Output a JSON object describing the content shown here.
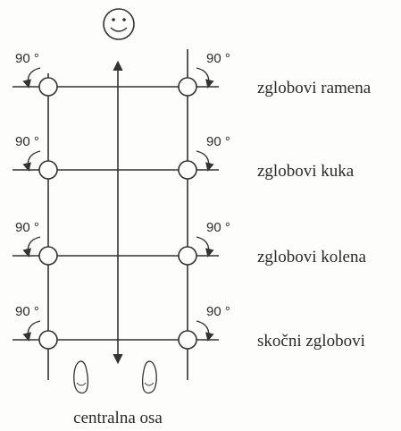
{
  "diagram": {
    "angle_text": "90 °",
    "joints": [
      {
        "label": "zglobovi ramena"
      },
      {
        "label": "zglobovi kuka"
      },
      {
        "label": "zglobovi kolena"
      },
      {
        "label": "skočni zglobovi"
      }
    ],
    "caption": "centralna osa",
    "icons": {
      "head": "smiley-face-icon",
      "feet": "footprint-icon"
    }
  }
}
